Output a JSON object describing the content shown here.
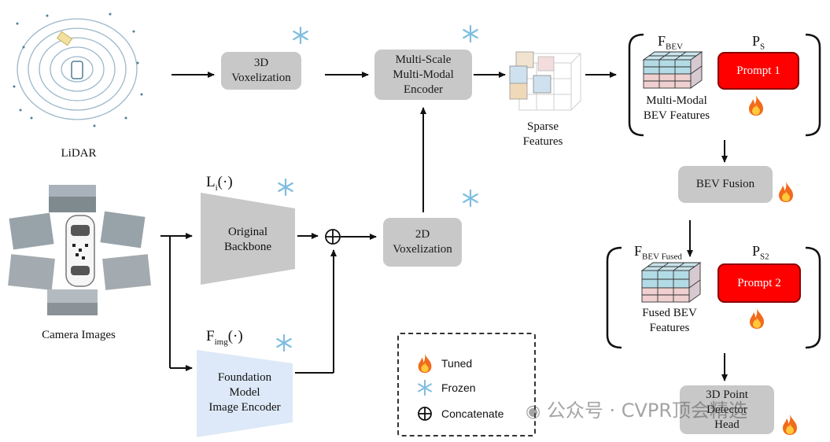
{
  "inputs": {
    "lidar_label": "LiDAR",
    "camera_label": "Camera Images"
  },
  "blocks": {
    "voxelization_3d": [
      "3D",
      "Voxelization"
    ],
    "encoder": [
      "Multi-Scale",
      "Multi-Modal",
      "Encoder"
    ],
    "original_backbone": [
      "Original",
      "Backbone"
    ],
    "voxelization_2d": [
      "2D",
      "Voxelization"
    ],
    "foundation": [
      "Foundation",
      "Model",
      "Image Encoder"
    ],
    "bev_fusion": "BEV Fusion",
    "detector_head": [
      "3D Point",
      "Detector",
      "Head"
    ]
  },
  "functions": {
    "li": {
      "main": "L",
      "sub": "i",
      "arg": "(·)"
    },
    "fimg": {
      "main": "F",
      "sub": "img",
      "arg": "(·)"
    }
  },
  "features": {
    "sparse": [
      "Sparse",
      "Features"
    ],
    "bev": [
      "Multi-Modal",
      "BEV Features"
    ],
    "fused": [
      "Fused BEV",
      "Features"
    ]
  },
  "symbols": {
    "fbev": {
      "main": "F",
      "sub": "BEV"
    },
    "ps": {
      "main": "P",
      "sub": "S"
    },
    "fbev_fused": {
      "main": "F",
      "sub": "BEV Fused"
    },
    "ps2": {
      "main": "P",
      "sub": "S2"
    }
  },
  "prompts": {
    "prompt1": "Prompt 1",
    "prompt2": "Prompt 2"
  },
  "legend": {
    "tuned": "Tuned",
    "frozen": "Frozen",
    "concatenate": "Concatenate"
  },
  "watermark": "公众号 · CVPR顶会精选",
  "colors": {
    "block_gray": "#c8c8c8",
    "prompt_red": "#ff0000",
    "foundation_blue": "#dde9f8",
    "cube_blue": "#b3dbe6",
    "cube_pink": "#efcfcf"
  }
}
